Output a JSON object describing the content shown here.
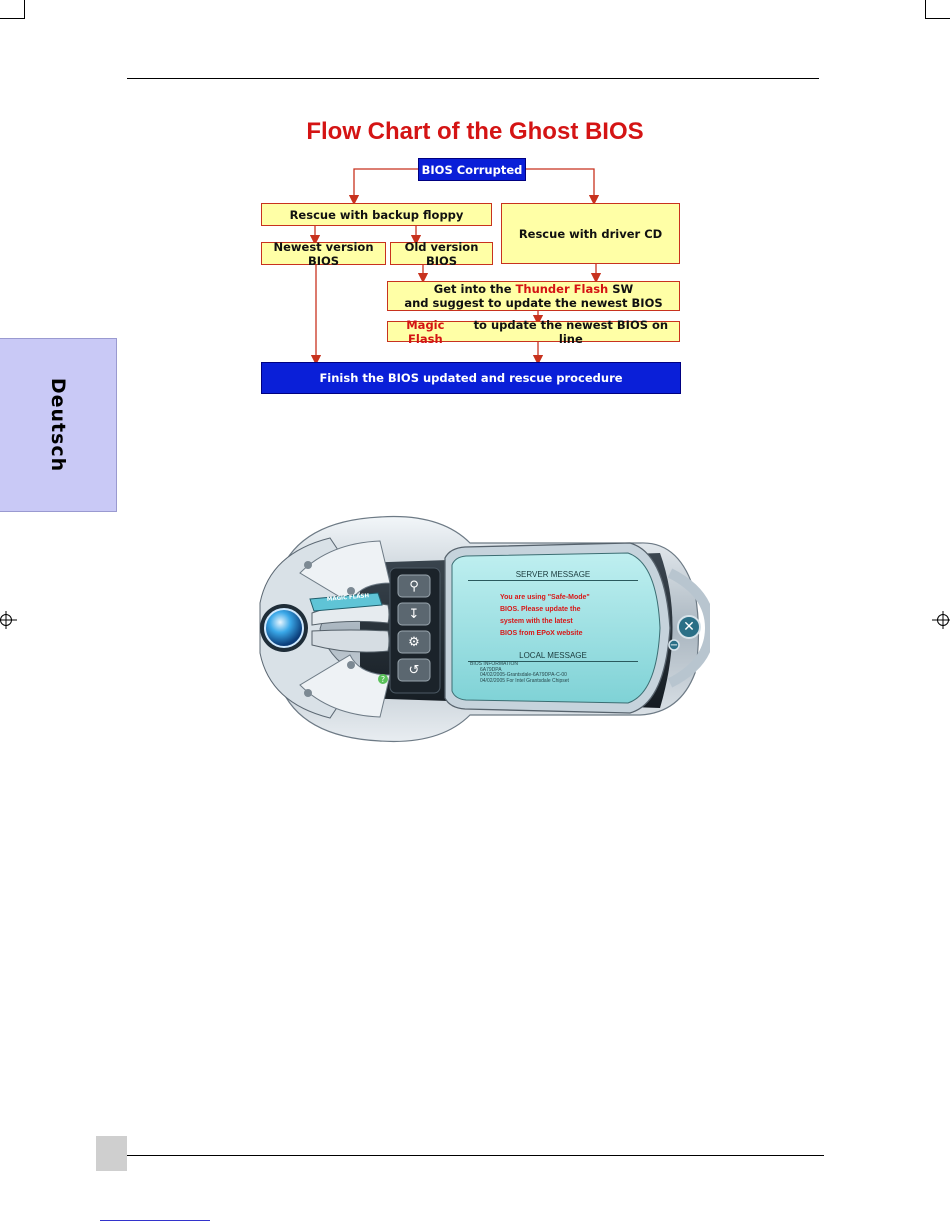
{
  "flowchart": {
    "title": "Flow Chart of the Ghost BIOS",
    "bios_corrupted": "BIOS Corrupted",
    "rescue_floppy": "Rescue  with backup floppy",
    "rescue_cd": "Rescue with driver CD",
    "newest_bios": "Newest version BIOS",
    "old_bios": "Old version BIOS",
    "thunder_line1_a": "Get into the ",
    "thunder_line1_b": "Thunder Flash",
    "thunder_line1_c": " SW",
    "thunder_line2": "and suggest to update the newest BIOS",
    "magic_a": "Magic Flash",
    "magic_b": " to update the newest BIOS on line",
    "finish": "Finish the BIOS updated and rescue procedure"
  },
  "sidebar": {
    "language_tab": "Deutsch"
  },
  "app": {
    "brand": "MAGIC FLASH",
    "server_header": "SERVER MESSAGE",
    "server_lines": [
      "You are using \"Safe-Mode\"",
      "BIOS. Please update the",
      "system with the latest",
      "BIOS from EPoX website"
    ],
    "local_header": "LOCAL MESSAGE",
    "local_lines": [
      "BIOS INFORMATION",
      "6A79DPA",
      "04/02/2005-Grantsdale-6A79DPA-C-00",
      "04/02/2005 For Intel Grantsdale Chipset"
    ]
  },
  "colors": {
    "flow_yellow": "#ffffa6",
    "flow_blue": "#0a1fd8",
    "flow_red": "#d41414",
    "tab_lavender": "#c9c9f6"
  }
}
